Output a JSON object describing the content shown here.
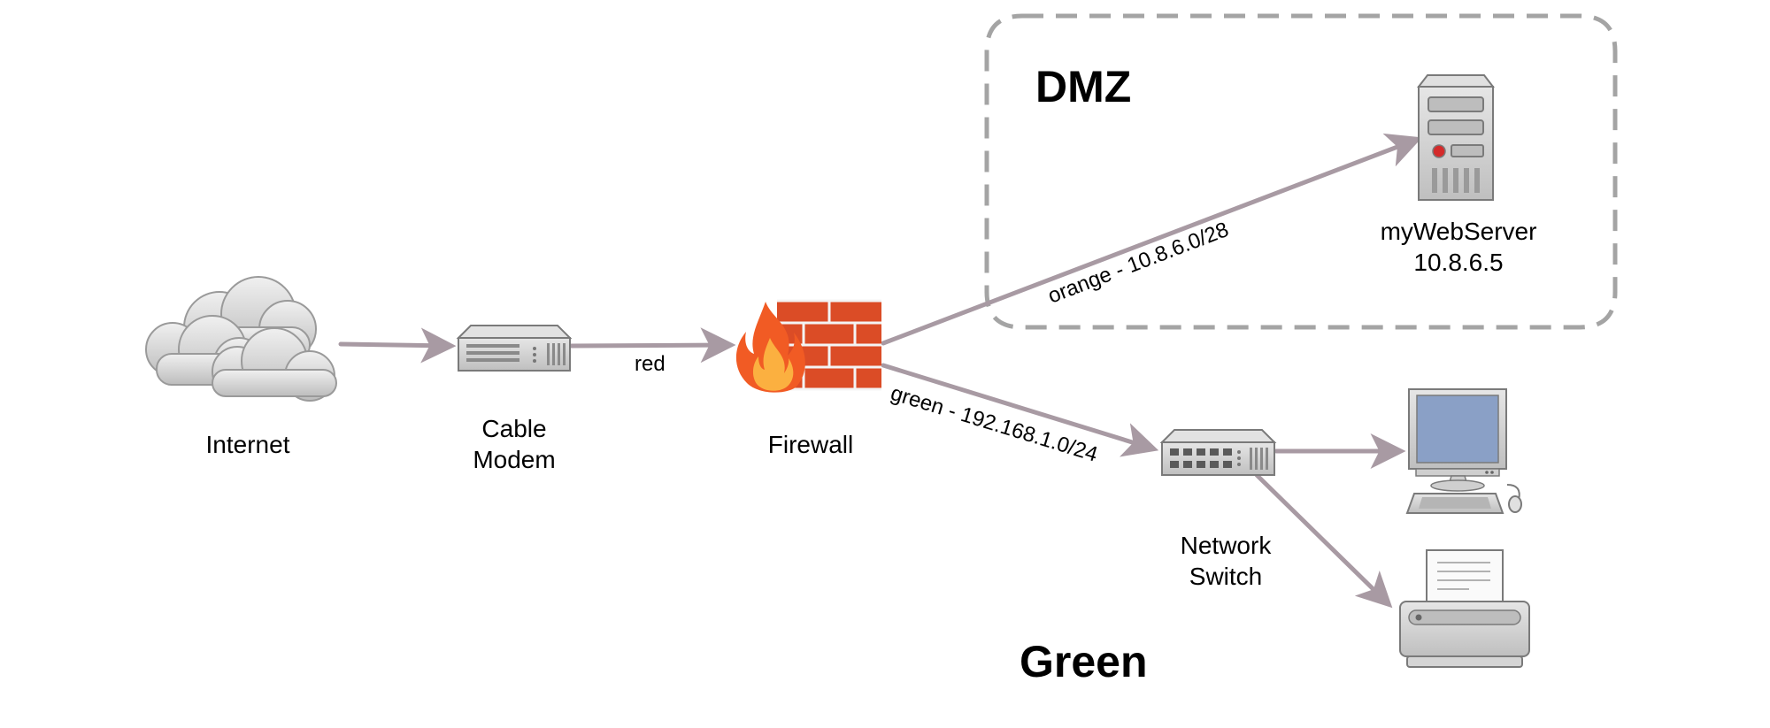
{
  "nodes": {
    "internet": {
      "label": "Internet"
    },
    "cable_modem": {
      "label_line1": "Cable",
      "label_line2": "Modem"
    },
    "firewall": {
      "label": "Firewall"
    },
    "network_switch": {
      "label_line1": "Network",
      "label_line2": "Switch"
    },
    "web_server": {
      "label_line1": "myWebServer",
      "label_line2": "10.8.6.5"
    },
    "workstation": {},
    "printer": {}
  },
  "edges": {
    "modem_to_firewall": {
      "label": "red"
    },
    "firewall_to_server": {
      "label": "orange - 10.8.6.0/28"
    },
    "firewall_to_switch": {
      "label": "green - 192.168.1.0/24"
    }
  },
  "zones": {
    "dmz": {
      "title": "DMZ"
    },
    "green": {
      "title": "Green"
    }
  },
  "colors": {
    "connector": "#a89aa3",
    "zone_border": "#a4a4a4",
    "brick": "#db4c26",
    "flame_outer": "#f15b24",
    "flame_inner": "#fbb040",
    "device_gray": "#cfcfcf",
    "monitor_screen": "#8aa0c6"
  }
}
